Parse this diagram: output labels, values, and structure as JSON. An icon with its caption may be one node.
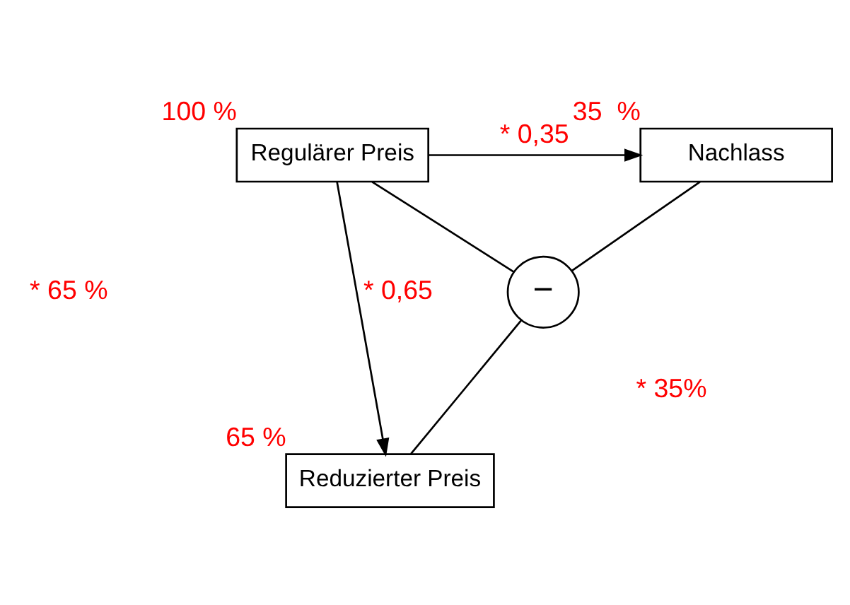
{
  "diagram": {
    "nodes": [
      {
        "text": [
          "Regulärer Preis"
        ],
        "beside": [
          "100 %"
        ]
      },
      {
        "text": [
          "Nachlass"
        ],
        "beside": [
          "35  %"
        ]
      },
      {
        "text": [
          "−"
        ]
      },
      {
        "text": [
          "Reduzierter Preis"
        ],
        "beside": [
          "65 %"
        ]
      }
    ],
    "edges": [
      {
        "from": 0,
        "to": 1,
        "arrow": "to",
        "label": "* 0,35"
      },
      {
        "from": 0,
        "to": 3,
        "arrow": "to",
        "label": "* 0,65"
      },
      {
        "from": 0,
        "to": 2,
        "arrow": "none"
      },
      {
        "from": 1,
        "to": 2,
        "arrow": "none"
      },
      {
        "from": 2,
        "to": 3,
        "arrow": "none"
      }
    ],
    "labels": [
      "* 35%",
      "* 65 %"
    ]
  }
}
